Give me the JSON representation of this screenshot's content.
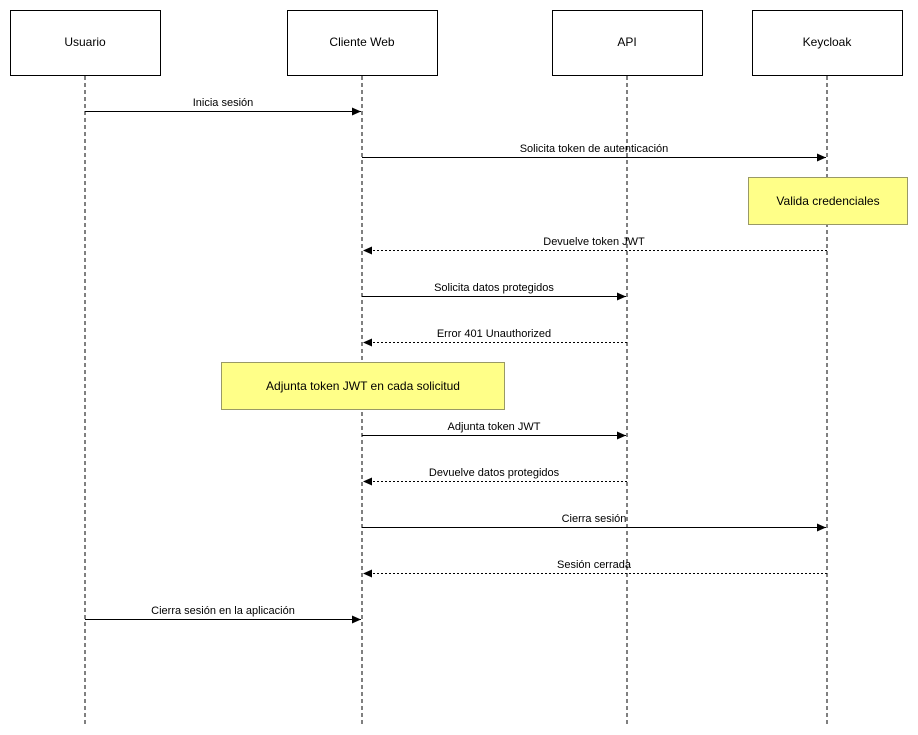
{
  "diagram": {
    "actors": [
      {
        "id": "usuario",
        "label": "Usuario"
      },
      {
        "id": "cliente",
        "label": "Cliente Web"
      },
      {
        "id": "api",
        "label": "API"
      },
      {
        "id": "keycloak",
        "label": "Keycloak"
      }
    ],
    "messages": [
      {
        "from": "usuario",
        "to": "cliente",
        "label": "Inicia sesión",
        "style": "solid"
      },
      {
        "from": "cliente",
        "to": "keycloak",
        "label": "Solicita token de autenticación",
        "style": "solid"
      },
      {
        "from": "keycloak",
        "to": "cliente",
        "label": "Devuelve token JWT",
        "style": "dotted"
      },
      {
        "from": "cliente",
        "to": "api",
        "label": "Solicita datos protegidos",
        "style": "solid"
      },
      {
        "from": "api",
        "to": "cliente",
        "label": "Error 401 Unauthorized",
        "style": "dotted"
      },
      {
        "from": "cliente",
        "to": "api",
        "label": "Adjunta token JWT",
        "style": "solid"
      },
      {
        "from": "api",
        "to": "cliente",
        "label": "Devuelve datos protegidos",
        "style": "dotted"
      },
      {
        "from": "cliente",
        "to": "keycloak",
        "label": "Cierra sesión",
        "style": "solid"
      },
      {
        "from": "keycloak",
        "to": "cliente",
        "label": "Sesión cerrada",
        "style": "dotted"
      },
      {
        "from": "usuario",
        "to": "cliente",
        "label": "Cierra sesión en la aplicación",
        "style": "solid"
      }
    ],
    "notes": [
      {
        "over": "keycloak",
        "label": "Valida credenciales"
      },
      {
        "over": "cliente",
        "label": "Adjunta token JWT en cada solicitud"
      }
    ],
    "colors": {
      "note_fill": "#ffff88",
      "note_border": "#999966",
      "line": "#000000"
    }
  }
}
